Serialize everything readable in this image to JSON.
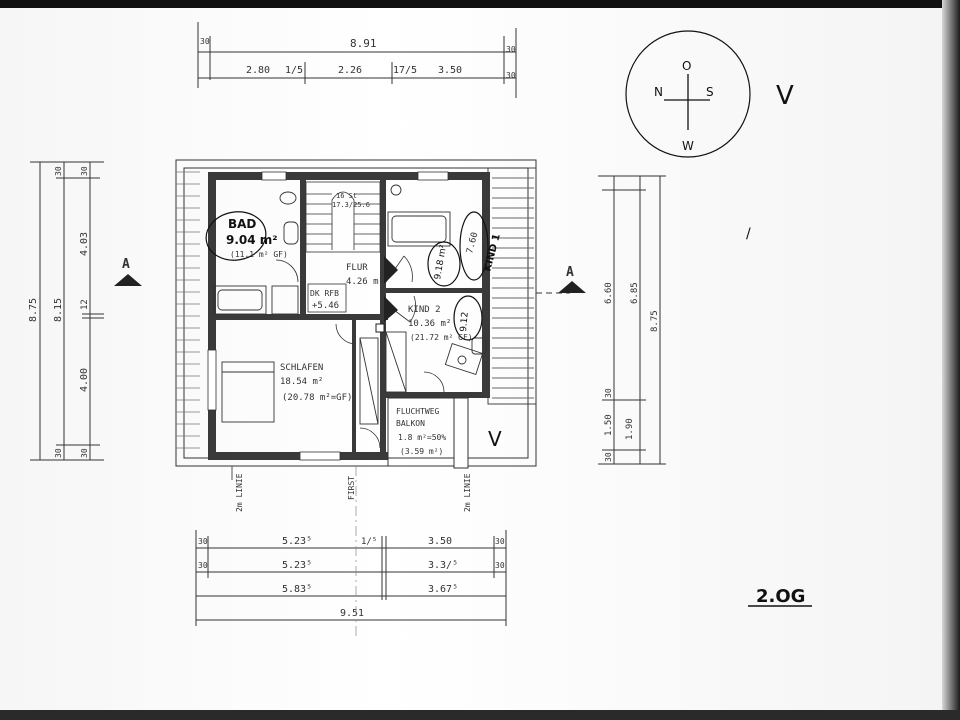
{
  "dimensions": {
    "top_total": "8.91",
    "top_end_left": "30",
    "top_end_right": "30",
    "top_end_right2": "30",
    "top_seg1": "2.80",
    "top_seg2": "1/5",
    "top_seg3": "2.26",
    "top_seg4": "17/5",
    "top_seg5": "3.50",
    "left_total": "8.75",
    "left_inner": "8.15",
    "left_upper": "4.03",
    "left_mid": "12",
    "left_lower": "4.00",
    "left_top_30a": "30",
    "left_top_30b": "30",
    "left_bot_30a": "30",
    "left_bot_30b": "30",
    "right_a": "6.60",
    "right_b": "6.85",
    "right_total": "8.75",
    "right_c": "1.50",
    "right_d": "1.90",
    "right_30a": "30",
    "right_30b": "30",
    "bottom_row1_a": "5.23⁵",
    "bottom_row1_b": "1/⁵",
    "bottom_row1_c": "3.50",
    "bottom_row2_a": "5.23⁵",
    "bottom_row2_b": "3.3/⁵",
    "bottom_row3_a": "5.83⁵",
    "bottom_row3_b": "3.67⁵",
    "bottom_total": "9.51",
    "bottom_30a": "30",
    "bottom_30b": "30",
    "bottom_30c": "30",
    "bottom_30d": "30"
  },
  "rooms": {
    "bad_name": "BAD",
    "bad_area": "9.04 m²",
    "bad_gf": "(11.1 m² GF)",
    "flur_name": "FLUR",
    "flur_area": "4.26 m²",
    "stair_a": "16 St",
    "stair_b": "17.3/25.6",
    "dk_label": "DK RFB",
    "dk_value": "+5.46",
    "kind1_name": "KIND 1",
    "kind1_area": "7.60",
    "kind1_hand": "9.18 m²",
    "kind2_name": "KIND 2",
    "kind2_area": "10.36 m²",
    "kind2_gf": "(21.72 m² GF)",
    "kind2_hand": "9.12",
    "schlafen_name": "SCHLAFEN",
    "schlafen_area": "18.54 m²",
    "schlafen_gf": "(20.78 m²=GF)",
    "balkon_line1": "FLUCHTWEG",
    "balkon_line2": "BALKON",
    "balkon_area": "1.8 m²=50%",
    "balkon_gf": "(3.59 m²)"
  },
  "labels": {
    "section_left": "A",
    "section_right": "A",
    "line_left": "2m LINIE",
    "line_mid": "FIRST",
    "line_right": "2m LINIE",
    "floor": "2.OG",
    "compass_n": "N",
    "compass_o": "O",
    "compass_s": "S",
    "compass_w": "W",
    "check_mark": "V",
    "tick": "/"
  }
}
